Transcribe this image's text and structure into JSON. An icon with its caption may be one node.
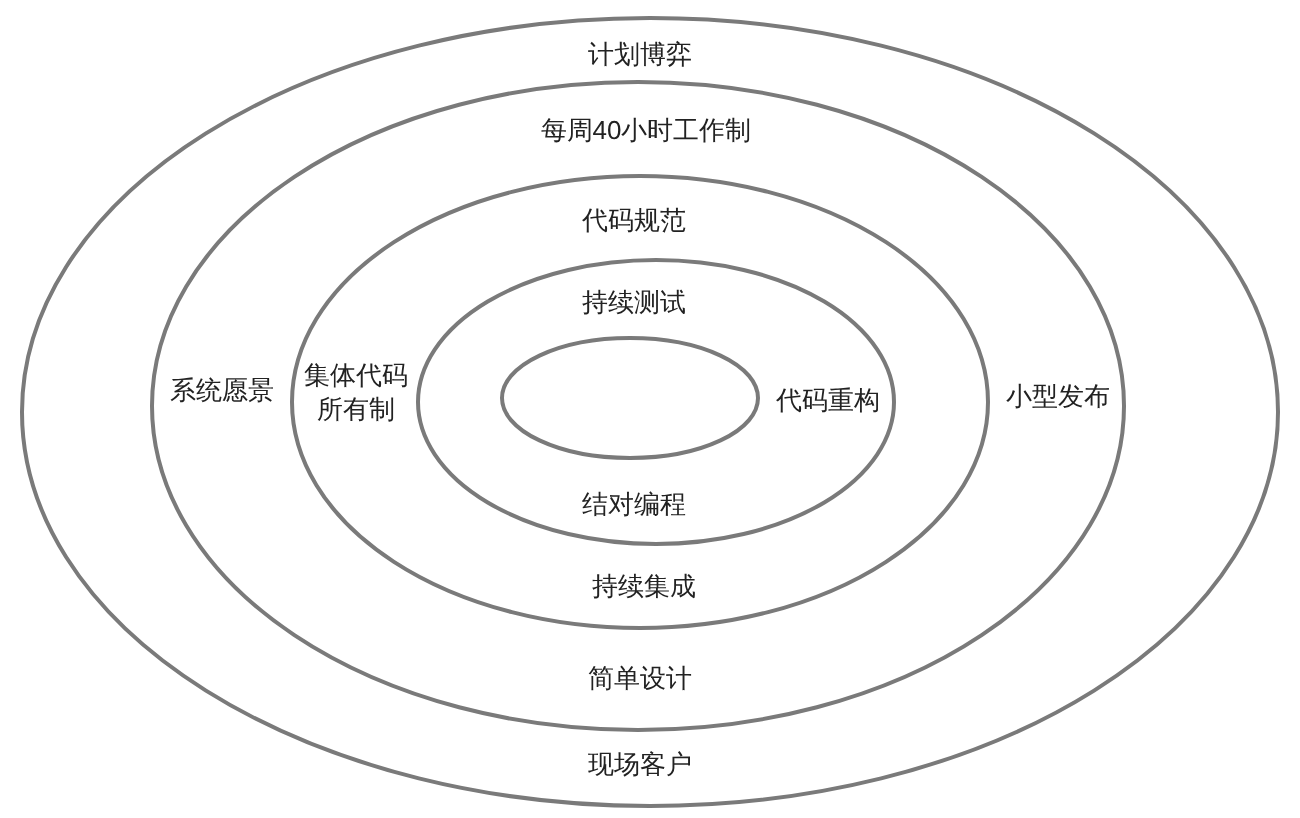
{
  "diagram": {
    "nodes": [
      {
        "text": [
          "计划博弈",
          "现场客户"
        ]
      },
      {
        "text": [
          "每周40小时工作制",
          "系统愿景",
          "小型发布",
          "简单设计"
        ],
        "in": 0
      },
      {
        "text": [
          "代码规范",
          "集体代码所有制",
          "持续集成"
        ],
        "in": 1
      },
      {
        "text": [
          "持续测试",
          "代码重构",
          "结对编程"
        ],
        "in": 2
      },
      {
        "text": [],
        "shape": "ellipse",
        "in": 3
      }
    ]
  }
}
